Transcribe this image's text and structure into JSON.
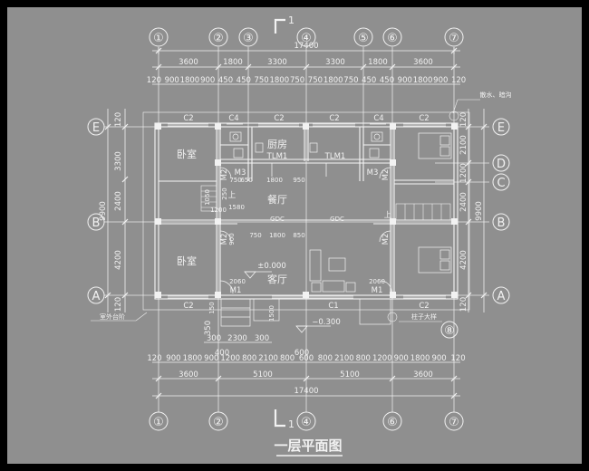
{
  "title": "一层平面图",
  "section_mark": "1",
  "colors": {
    "background": "#8f8f8f",
    "lines": "#f2f2f2",
    "frame": "#000000"
  },
  "axes_top": [
    "①",
    "②",
    "③",
    "④",
    "⑤",
    "⑥",
    "⑦"
  ],
  "axes_bottom": [
    "①",
    "②",
    "④",
    "⑥",
    "⑦"
  ],
  "axes_left": [
    "E",
    "B",
    "A"
  ],
  "axes_right": [
    "E",
    "D",
    "C",
    "B",
    "A"
  ],
  "axis_extra_right": "⑧",
  "dims_top_total": "17400",
  "dims_top_main": [
    "3600",
    "1800",
    "3300",
    "3300",
    "1800",
    "3600"
  ],
  "dims_top_sub": [
    "120",
    "900",
    "1800",
    "900",
    "450",
    "450",
    "750",
    "1800",
    "750",
    "750",
    "1800",
    "750",
    "450",
    "450",
    "900",
    "1800",
    "900",
    "120"
  ],
  "dims_bottom_sub": [
    "120",
    "900",
    "1800",
    "900",
    "1200",
    "800",
    "2100",
    "800",
    "600",
    "800",
    "2100",
    "800",
    "1200",
    "900",
    "1800",
    "900",
    "120"
  ],
  "dims_bottom_main": [
    "3600",
    "5100",
    "5100",
    "3600"
  ],
  "dims_bottom_total": "17400",
  "dims_bottom_local": [
    "300",
    "2300",
    "300",
    "400",
    "350",
    "600"
  ],
  "dims_left": [
    "120",
    "3300",
    "2400",
    "4200",
    "120"
  ],
  "dims_left_total": "9900",
  "dims_right": [
    "120",
    "2100",
    "1200",
    "2400",
    "4200",
    "120"
  ],
  "dims_right_total": "9900",
  "rooms": {
    "bedroom_left_top": "卧室",
    "bedroom_left_bottom": "卧室",
    "kitchen": "厨房",
    "dining": "餐厅",
    "living": "客厅"
  },
  "labels": {
    "c2": "C2",
    "c4": "C4",
    "c1": "C1",
    "m1": "M1",
    "m2": "M2",
    "m3": "M3",
    "tlm1": "TLM1",
    "gdc": "GDC",
    "elev_zero": "±0.000",
    "elev_minus": "−0.300",
    "up": "上",
    "d1050": "1050",
    "d1580": "1580",
    "d1200": "1200",
    "d1800": "1800",
    "d950": "950",
    "d750": "750",
    "d650": "650",
    "d250": "250",
    "d900": "900",
    "d850": "850",
    "d2060": "2060",
    "d150": "150",
    "d1500": "1500",
    "note_top_right": "散水、暗沟",
    "note_bottom_left": "室外台阶",
    "note_bottom_right": "柱子大样"
  }
}
